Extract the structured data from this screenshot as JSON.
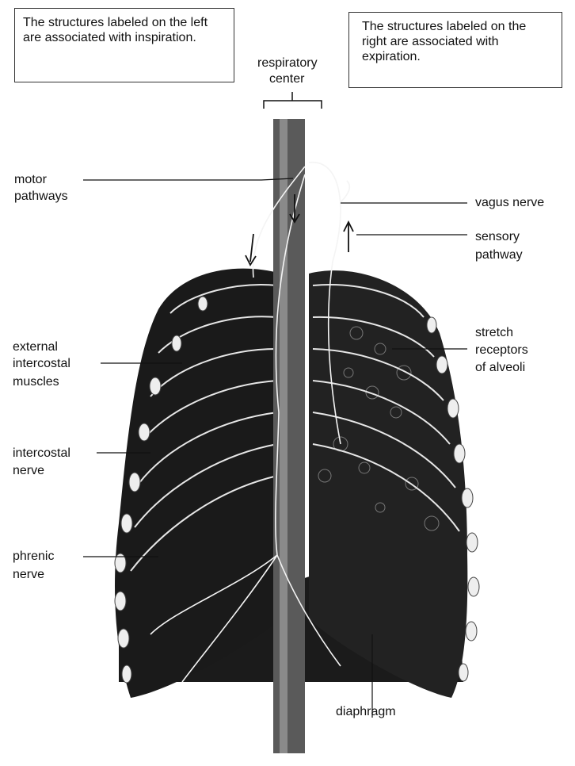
{
  "notes": {
    "left": "The structures labeled on the left are associated with inspiration.",
    "right": "The structures labeled on the right are associated with expiration."
  },
  "labels": {
    "respiratory_center_1": "respiratory",
    "respiratory_center_2": "center",
    "motor_1": "motor",
    "motor_2": "pathways",
    "vagus": "vagus nerve",
    "sensory_1": "sensory",
    "sensory_2": "pathway",
    "stretch_1": "stretch",
    "stretch_2": "receptors",
    "stretch_3": "of alveoli",
    "external_1": "external",
    "external_2": "intercostal",
    "external_3": "muscles",
    "intercostal_1": "intercostal",
    "intercostal_2": "nerve",
    "phrenic_1": "phrenic",
    "phrenic_2": "nerve",
    "diaphragm": "diaphragm"
  }
}
